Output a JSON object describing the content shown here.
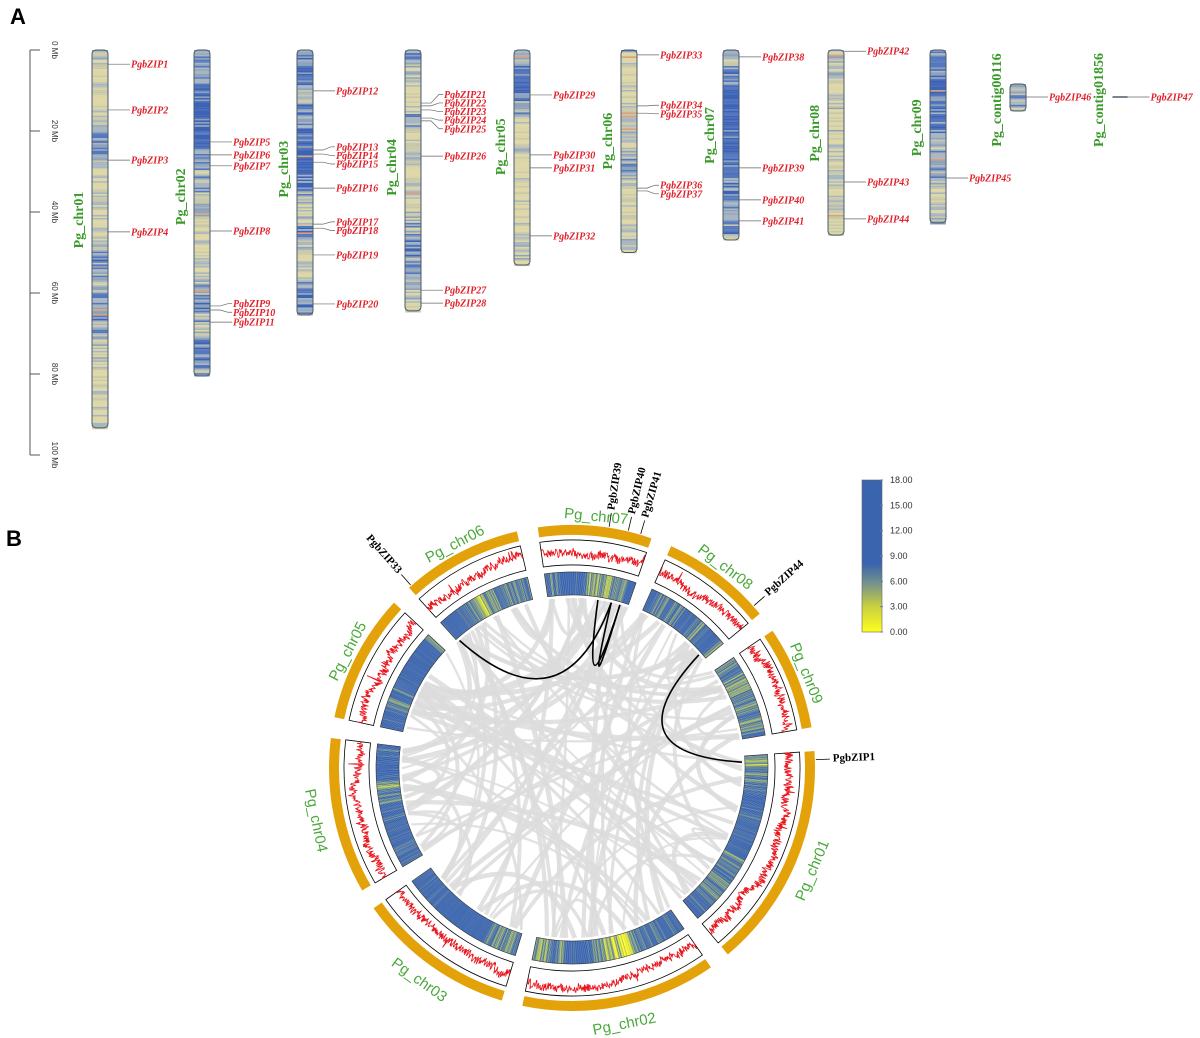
{
  "panel_labels": {
    "a": "A",
    "b": "B"
  },
  "panel_a": {
    "axis": {
      "ticks_mb": [
        0,
        20,
        40,
        60,
        80,
        100
      ],
      "tick_labels": [
        "0 Mb",
        "20 Mb",
        "40 Mb",
        "60 Mb",
        "80 Mb",
        "100 Mb"
      ]
    },
    "chromosomes": [
      {
        "name": "Pg_chr01",
        "length_mb": 93.3,
        "genes": [
          {
            "id": "PgbZIP1",
            "pos_mb": 3.5
          },
          {
            "id": "PgbZIP2",
            "pos_mb": 14.8
          },
          {
            "id": "PgbZIP3",
            "pos_mb": 27.2
          },
          {
            "id": "PgbZIP4",
            "pos_mb": 44.9
          }
        ]
      },
      {
        "name": "Pg_chr02",
        "length_mb": 80.5,
        "genes": [
          {
            "id": "PgbZIP5",
            "pos_mb": 22.7
          },
          {
            "id": "PgbZIP6",
            "pos_mb": 25.9
          },
          {
            "id": "PgbZIP7",
            "pos_mb": 28.6
          },
          {
            "id": "PgbZIP8",
            "pos_mb": 44.7
          },
          {
            "id": "PgbZIP9",
            "pos_mb": 63.2
          },
          {
            "id": "PgbZIP10",
            "pos_mb": 64.2
          },
          {
            "id": "PgbZIP11",
            "pos_mb": 67.2
          }
        ]
      },
      {
        "name": "Pg_chr03",
        "length_mb": 65.4,
        "genes": [
          {
            "id": "PgbZIP12",
            "pos_mb": 10.1
          },
          {
            "id": "PgbZIP13",
            "pos_mb": 24.7
          },
          {
            "id": "PgbZIP14",
            "pos_mb": 25.7
          },
          {
            "id": "PgbZIP15",
            "pos_mb": 27.7
          },
          {
            "id": "PgbZIP16",
            "pos_mb": 34.1
          },
          {
            "id": "PgbZIP17",
            "pos_mb": 43.0
          },
          {
            "id": "PgbZIP18",
            "pos_mb": 44.0
          },
          {
            "id": "PgbZIP19",
            "pos_mb": 50.6
          },
          {
            "id": "PgbZIP20",
            "pos_mb": 62.7
          }
        ]
      },
      {
        "name": "Pg_chr04",
        "length_mb": 64.4,
        "genes": [
          {
            "id": "PgbZIP21",
            "pos_mb": 13.1
          },
          {
            "id": "PgbZIP22",
            "pos_mb": 13.8
          },
          {
            "id": "PgbZIP23",
            "pos_mb": 14.8
          },
          {
            "id": "PgbZIP24",
            "pos_mb": 16.8
          },
          {
            "id": "PgbZIP25",
            "pos_mb": 17.5
          },
          {
            "id": "PgbZIP26",
            "pos_mb": 26.2
          },
          {
            "id": "PgbZIP27",
            "pos_mb": 59.3
          },
          {
            "id": "PgbZIP28",
            "pos_mb": 62.5
          }
        ]
      },
      {
        "name": "Pg_chr05",
        "length_mb": 53.1,
        "genes": [
          {
            "id": "PgbZIP29",
            "pos_mb": 11.1
          },
          {
            "id": "PgbZIP30",
            "pos_mb": 25.9
          },
          {
            "id": "PgbZIP31",
            "pos_mb": 29.1
          },
          {
            "id": "PgbZIP32",
            "pos_mb": 45.9
          }
        ]
      },
      {
        "name": "Pg_chr06",
        "length_mb": 50.0,
        "genes": [
          {
            "id": "PgbZIP33",
            "pos_mb": 1.2
          },
          {
            "id": "PgbZIP34",
            "pos_mb": 13.8
          },
          {
            "id": "PgbZIP35",
            "pos_mb": 15.6
          },
          {
            "id": "PgbZIP36",
            "pos_mb": 34.1
          },
          {
            "id": "PgbZIP37",
            "pos_mb": 34.8
          }
        ]
      },
      {
        "name": "Pg_chr07",
        "length_mb": 46.9,
        "genes": [
          {
            "id": "PgbZIP38",
            "pos_mb": 1.7
          },
          {
            "id": "PgbZIP39",
            "pos_mb": 29.1
          },
          {
            "id": "PgbZIP40",
            "pos_mb": 37.0
          },
          {
            "id": "PgbZIP41",
            "pos_mb": 42.2
          }
        ]
      },
      {
        "name": "Pg_chr08",
        "length_mb": 45.7,
        "genes": [
          {
            "id": "PgbZIP42",
            "pos_mb": 0.3
          },
          {
            "id": "PgbZIP43",
            "pos_mb": 32.6
          },
          {
            "id": "PgbZIP44",
            "pos_mb": 41.7
          }
        ]
      },
      {
        "name": "Pg_chr09",
        "length_mb": 42.7,
        "genes": [
          {
            "id": "PgbZIP45",
            "pos_mb": 31.6
          }
        ]
      },
      {
        "name": "Pg_contig00116",
        "length_mb": 6.7,
        "contig": true,
        "genes": [
          {
            "id": "PgbZIP46",
            "pos_mb": 3.2
          }
        ]
      },
      {
        "name": "Pg_contig01856",
        "length_mb": 0.3,
        "contig": true,
        "genes": [
          {
            "id": "PgbZIP47",
            "pos_mb": 0.1
          }
        ]
      }
    ]
  },
  "panel_b": {
    "chromosomes": [
      {
        "name": "Pg_chr01",
        "length_mb": 93.3
      },
      {
        "name": "Pg_chr02",
        "length_mb": 80.5
      },
      {
        "name": "Pg_chr03",
        "length_mb": 65.4
      },
      {
        "name": "Pg_chr04",
        "length_mb": 64.4
      },
      {
        "name": "Pg_chr05",
        "length_mb": 53.1
      },
      {
        "name": "Pg_chr06",
        "length_mb": 50.0
      },
      {
        "name": "Pg_chr07",
        "length_mb": 46.9
      },
      {
        "name": "Pg_chr08",
        "length_mb": 45.7
      },
      {
        "name": "Pg_chr09",
        "length_mb": 42.7
      }
    ],
    "gene_labels": [
      {
        "id": "PgbZIP1",
        "chr": 0,
        "pos_mb": 3.5
      },
      {
        "id": "PgbZIP33",
        "chr": 5,
        "pos_mb": 1.2
      },
      {
        "id": "PgbZIP39",
        "chr": 6,
        "pos_mb": 29.1
      },
      {
        "id": "PgbZIP40",
        "chr": 6,
        "pos_mb": 37.0
      },
      {
        "id": "PgbZIP41",
        "chr": 6,
        "pos_mb": 42.2
      },
      {
        "id": "PgbZIP44",
        "chr": 7,
        "pos_mb": 41.7
      }
    ],
    "duplication_pairs": [
      [
        "PgbZIP33",
        "PgbZIP40"
      ],
      [
        "PgbZIP39",
        "PgbZIP41"
      ],
      [
        "PgbZIP40",
        "PgbZIP41"
      ],
      [
        "PgbZIP44",
        "PgbZIP1"
      ]
    ],
    "legend": {
      "min": 0,
      "max": 18,
      "tick_values": [
        18,
        15,
        12,
        9,
        6,
        3,
        0
      ],
      "tick_labels": [
        "18.00",
        "15.00",
        "12.00",
        "9.00",
        "6.00",
        "3.00",
        "0.00"
      ]
    },
    "colors": {
      "ideogram": "#e3a20a",
      "density_line": "#e8141c",
      "synteny_link": "#dcdcdc",
      "duplication_link": "#000000",
      "heat_low": "#ffff1e",
      "heat_mid": "#6f8f8f",
      "heat_high": "#3a64ad"
    }
  }
}
